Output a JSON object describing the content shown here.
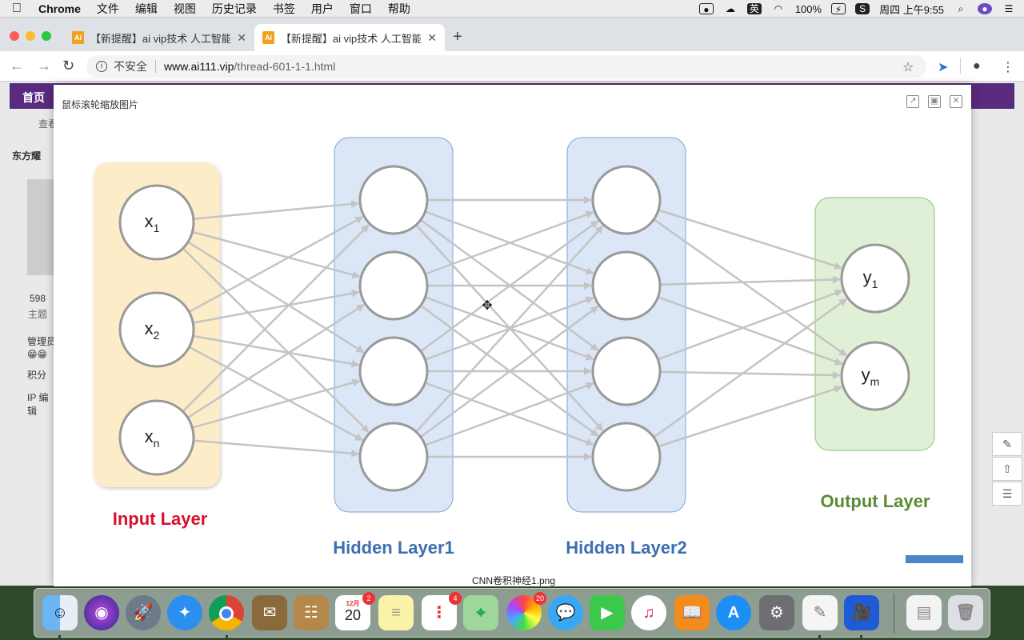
{
  "menubar": {
    "items": [
      "Chrome",
      "文件",
      "编辑",
      "视图",
      "历史记录",
      "书签",
      "用户",
      "窗口",
      "帮助"
    ],
    "input_method": "英",
    "battery": "100%",
    "clock": "周四 上午9:55"
  },
  "tabs": [
    {
      "title": "【新提醒】ai vip技术 人工智能 |",
      "favicon": "Ai"
    },
    {
      "title": "【新提醒】ai vip技术 人工智能 |",
      "favicon": "Ai"
    }
  ],
  "address": {
    "security": "不安全",
    "host": "www.ai111.vip",
    "path": "/thread-601-1-1.html"
  },
  "page_behind": {
    "nav_home": "首页",
    "sub_nav": "查看",
    "user_prefix": "东方耀",
    "stat_count": "598",
    "stat_label": "主题",
    "admin_label": "管理员",
    "points_label": "积分",
    "ip_label": "IP 编辑",
    "emoji": "😁😁"
  },
  "modal": {
    "title": "鼠标滚轮缩放图片",
    "caption": "CNN卷积神经1.png"
  },
  "diagram": {
    "input_layer_label": "Input Layer",
    "hidden1_label": "Hidden Layer1",
    "hidden2_label": "Hidden Layer2",
    "output_layer_label": "Output Layer",
    "input_nodes": [
      {
        "main": "x",
        "sub": "1"
      },
      {
        "main": "x",
        "sub": "2"
      },
      {
        "main": "x",
        "sub": "n"
      }
    ],
    "output_nodes": [
      {
        "main": "y",
        "sub": "1"
      },
      {
        "main": "y",
        "sub": "m"
      }
    ],
    "colors": {
      "input_fill": "#fcecc8",
      "hidden_fill": "#dbe6f6",
      "hidden_border": "#7aa4d6",
      "output_fill": "#e0f0d6",
      "output_border": "#9cc98a",
      "input_label": "#d8102c",
      "hidden_label": "#3d6fb0",
      "output_label": "#5b8a35"
    }
  },
  "dock": {
    "calendar_month": "12月",
    "calendar_day": "20",
    "calendar_badge": "2",
    "reminders_badge": "4",
    "photos_badge": "20"
  }
}
